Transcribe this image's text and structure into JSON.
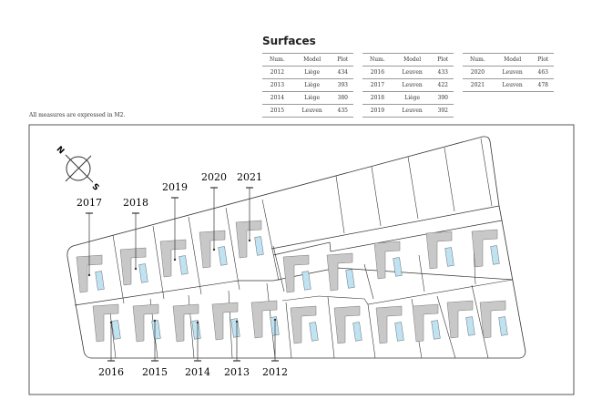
{
  "title": "Surfaces",
  "note": "All measures are expressed in M2.",
  "columns": [
    "Num.",
    "Model",
    "Plot"
  ],
  "tables": [
    [
      [
        "2012",
        "Liège",
        "434"
      ],
      [
        "2013",
        "Liège",
        "393"
      ],
      [
        "2014",
        "Liège",
        "380"
      ],
      [
        "2015",
        "Leuven",
        "435"
      ]
    ],
    [
      [
        "2016",
        "Leuven",
        "433"
      ],
      [
        "2017",
        "Leuven",
        "422"
      ],
      [
        "2018",
        "Liège",
        "390"
      ],
      [
        "2019",
        "Leuven",
        "392"
      ]
    ],
    [
      [
        "2020",
        "Leuven",
        "463"
      ],
      [
        "2021",
        "Leuven",
        "478"
      ]
    ]
  ],
  "compass": {
    "n": "N",
    "s": "S"
  },
  "plot_labels": {
    "top": [
      "2017",
      "2018",
      "2019",
      "2020",
      "2021"
    ],
    "bottom": [
      "2016",
      "2015",
      "2014",
      "2013",
      "2012"
    ]
  },
  "colors": {
    "building": "#c8c8c8",
    "pool": "#bfe3f2",
    "line": "#333333"
  }
}
